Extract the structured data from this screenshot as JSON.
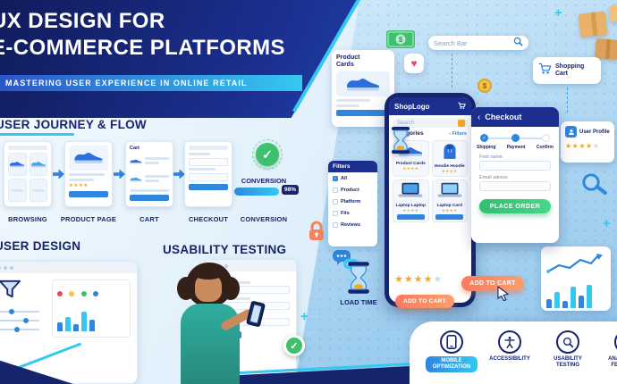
{
  "colors": {
    "navy": "#16246e",
    "blue": "#2e86de",
    "cyan": "#35c8f0",
    "coral": "#f4845f",
    "green": "#3ec06d",
    "star": "#f5a623"
  },
  "header": {
    "title_line1": "UX DESIGN FOR",
    "title_line2": "E-COMMERCE PLATFORMS",
    "subtitle": "MASTERING USER EXPERIENCE IN ONLINE RETAIL"
  },
  "journey": {
    "title": "USER JOURNEY & FLOW",
    "labels": [
      "BROWSING",
      "PRODUCT PAGE",
      "CART",
      "CHECKOUT",
      "CONVERSION"
    ],
    "cart_card_title": "Cart",
    "conversion_caption": "CONVERSION",
    "conversion_value": "98%"
  },
  "sections": {
    "user_design_title": "USER DESIGN",
    "usability_title": "USABILITY TESTING"
  },
  "callouts": {
    "product_cards": "Product Cards",
    "search_bar": "Search Bar",
    "shopping_cart": "Shopping Cart",
    "user_profile": "User Profile",
    "load_time": "LOAD TIME",
    "add_to_cart": "ADD TO CART"
  },
  "phone": {
    "logo": "ShopLogo",
    "search_placeholder": "Search",
    "categories": "Categories",
    "filters_link": "Filters",
    "products": [
      {
        "name": "Product Cards"
      },
      {
        "name": "Hoodie Hoodie"
      },
      {
        "name": "Laptop Laptop"
      },
      {
        "name": "Laptop Card"
      }
    ]
  },
  "checkout": {
    "title": "Checkout",
    "steps": [
      "Shipping",
      "Payment",
      "Confirm"
    ],
    "first_name_label": "First name",
    "email_label": "Email adress",
    "place_order": "PLACE ORDER"
  },
  "filters_panel": {
    "title": "Filters",
    "options": [
      "All",
      "Product",
      "Platform",
      "Fits",
      "Reviews"
    ]
  },
  "footer": {
    "items": [
      "MOBILE OPTIMIZATION",
      "ACCESSIBILITY",
      "USABILITY TESTING",
      "ANALYTICS & FEEDBACK"
    ]
  },
  "icons": {
    "stars_four": "★★★★",
    "star": "★",
    "check": "✓",
    "heart": "♥",
    "plus": "+",
    "dollar": "$",
    "back": "‹",
    "chevron": "‹"
  }
}
